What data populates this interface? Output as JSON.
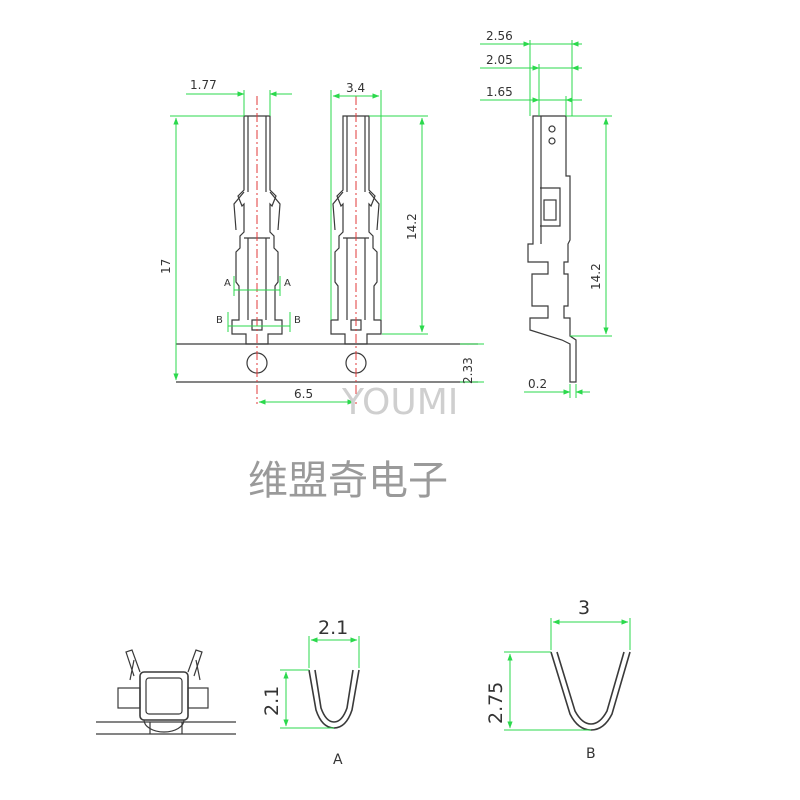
{
  "dimensions": {
    "front_width_tip": "1.77",
    "total_length": "17",
    "side_width": "3.4",
    "contact_length": "14.2",
    "pitch": "6.5",
    "carrier_height": "2.33",
    "profile_width_outer": "2.56",
    "profile_width_mid": "2.05",
    "profile_width_inner": "1.65",
    "profile_length": "14.2",
    "thickness": "0.2",
    "section_a_width": "2.1",
    "section_a_height": "2.1",
    "section_b_width": "3",
    "section_b_height": "2.75"
  },
  "section_markers": {
    "a": "A",
    "b": "B"
  },
  "watermark": "YOUMI",
  "company_name": "维盟奇电子"
}
